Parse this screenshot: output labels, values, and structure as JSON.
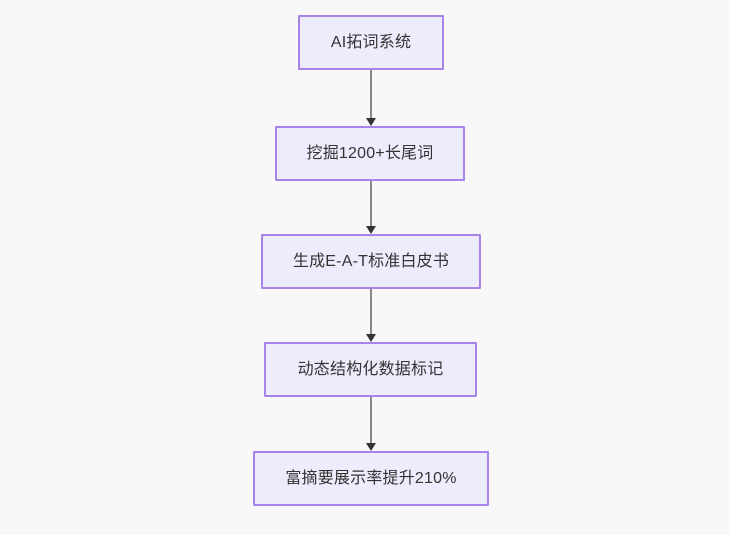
{
  "diagram": {
    "type": "flowchart",
    "direction": "top-to-bottom",
    "background_color": "#f8f8f8",
    "node_fill_color": "#ececfc",
    "node_border_color": "#a984e8",
    "node_text_color": "#333333",
    "edge_line_color": "#888888",
    "edge_arrow_color": "#333333",
    "nodes": [
      {
        "id": "n1",
        "label": "AI拓词系统"
      },
      {
        "id": "n2",
        "label": "挖掘1200+长尾词"
      },
      {
        "id": "n3",
        "label": "生成E-A-T标准白皮书"
      },
      {
        "id": "n4",
        "label": "动态结构化数据标记"
      },
      {
        "id": "n5",
        "label": "富摘要展示率提升210%"
      }
    ],
    "edges": [
      {
        "from": "n1",
        "to": "n2"
      },
      {
        "from": "n2",
        "to": "n3"
      },
      {
        "from": "n3",
        "to": "n4"
      },
      {
        "from": "n4",
        "to": "n5"
      }
    ]
  }
}
